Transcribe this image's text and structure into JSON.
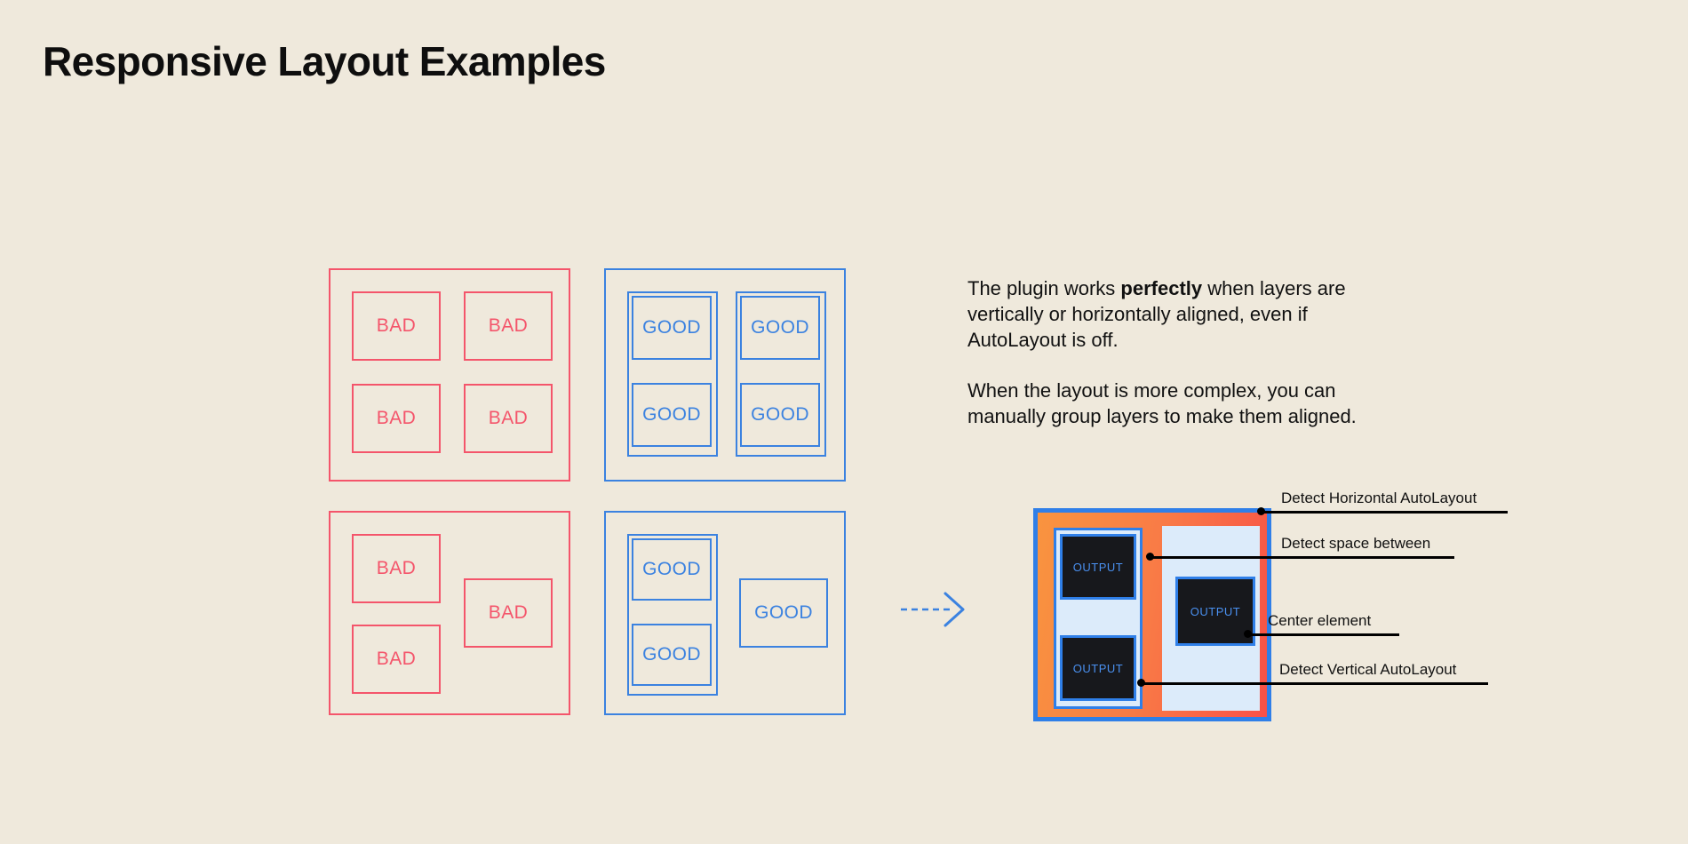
{
  "page": {
    "title": "Responsive Layout Examples",
    "background_color": "#EFE9DC"
  },
  "colors": {
    "bad_red": "#F4556B",
    "good_blue": "#3B82E0",
    "diagram_border_blue": "#2F7FE8",
    "diagram_fill_orange": "#F9943F",
    "diagram_fill_coral": "#F85047",
    "light_blue_fill": "#DCEBFA",
    "output_box_dark": "#17181C",
    "output_text_blue": "#4A90F0",
    "text_black": "#111111"
  },
  "examples": {
    "bad_label": "BAD",
    "good_label": "GOOD",
    "panels": [
      {
        "id": "bad-grid",
        "kind": "bad",
        "items": [
          "BAD",
          "BAD",
          "BAD",
          "BAD"
        ]
      },
      {
        "id": "good-grid",
        "kind": "good",
        "items": [
          "GOOD",
          "GOOD",
          "GOOD",
          "GOOD"
        ]
      },
      {
        "id": "bad-complex",
        "kind": "bad",
        "items": [
          "BAD",
          "BAD",
          "BAD"
        ]
      },
      {
        "id": "good-complex",
        "kind": "good",
        "items": [
          "GOOD",
          "GOOD",
          "GOOD"
        ]
      }
    ]
  },
  "description": {
    "paragraph_1_part_1": "The plugin works ",
    "paragraph_1_emphasis": "perfectly",
    "paragraph_1_part_2": " when layers are vertically or horizontally aligned, even if AutoLayout is off.",
    "paragraph_2": "When the layout is more complex, you can manually group layers to make them aligned."
  },
  "arrow": {
    "icon": "dashed-arrow-right-icon",
    "color": "#3B82E0",
    "style": "dashed"
  },
  "result_diagram": {
    "output_label": "OUTPUT",
    "outputs": [
      {
        "id": "output-top",
        "label": "OUTPUT"
      },
      {
        "id": "output-bottom",
        "label": "OUTPUT"
      },
      {
        "id": "output-center",
        "label": "OUTPUT"
      }
    ],
    "callouts": [
      {
        "id": "detect-horizontal-autolayout",
        "label": "Detect Horizontal AutoLayout"
      },
      {
        "id": "detect-space-between",
        "label": "Detect space between"
      },
      {
        "id": "center-element",
        "label": "Center element"
      },
      {
        "id": "detect-vertical-autolayout",
        "label": "Detect Vertical AutoLayout"
      }
    ]
  }
}
